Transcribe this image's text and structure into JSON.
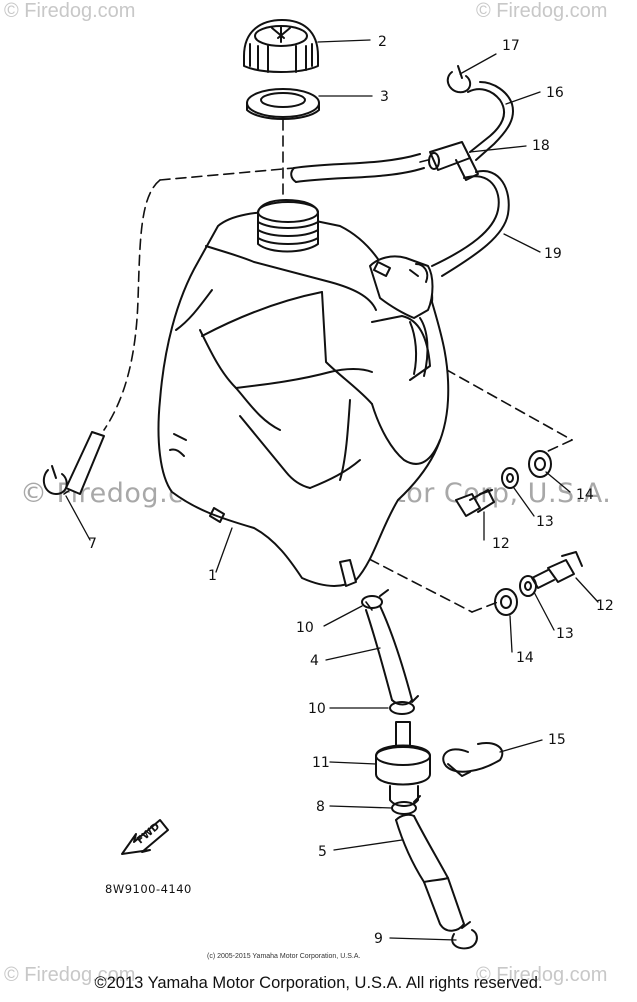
{
  "watermarks": {
    "top_left": "© Firedog.com",
    "top_right": "© Firedog.com",
    "bottom_left": "© Firedog.com",
    "bottom_right": "© Firedog.com",
    "middle": "© Firedog.com     Yamaha Motor Corp, U.S.A."
  },
  "callouts": [
    {
      "id": "2",
      "label": "2"
    },
    {
      "id": "3",
      "label": "3"
    },
    {
      "id": "17",
      "label": "17"
    },
    {
      "id": "16",
      "label": "16"
    },
    {
      "id": "18",
      "label": "18"
    },
    {
      "id": "19",
      "label": "19"
    },
    {
      "id": "14a",
      "label": "14"
    },
    {
      "id": "13a",
      "label": "13"
    },
    {
      "id": "12a",
      "label": "12"
    },
    {
      "id": "7",
      "label": "7"
    },
    {
      "id": "1",
      "label": "1"
    },
    {
      "id": "12b",
      "label": "12"
    },
    {
      "id": "13b",
      "label": "13"
    },
    {
      "id": "14b",
      "label": "14"
    },
    {
      "id": "10a",
      "label": "10"
    },
    {
      "id": "4",
      "label": "4"
    },
    {
      "id": "10b",
      "label": "10"
    },
    {
      "id": "15",
      "label": "15"
    },
    {
      "id": "11",
      "label": "11"
    },
    {
      "id": "8",
      "label": "8"
    },
    {
      "id": "5",
      "label": "5"
    },
    {
      "id": "9",
      "label": "9"
    }
  ],
  "direction_label": "FWD",
  "diagram_code": "8W9100-4140",
  "small_copyright": "(c) 2005-2015 Yamaha Motor Corporation, U.S.A.",
  "footer": "©2013 Yamaha Motor Corporation, U.S.A. All rights reserved."
}
